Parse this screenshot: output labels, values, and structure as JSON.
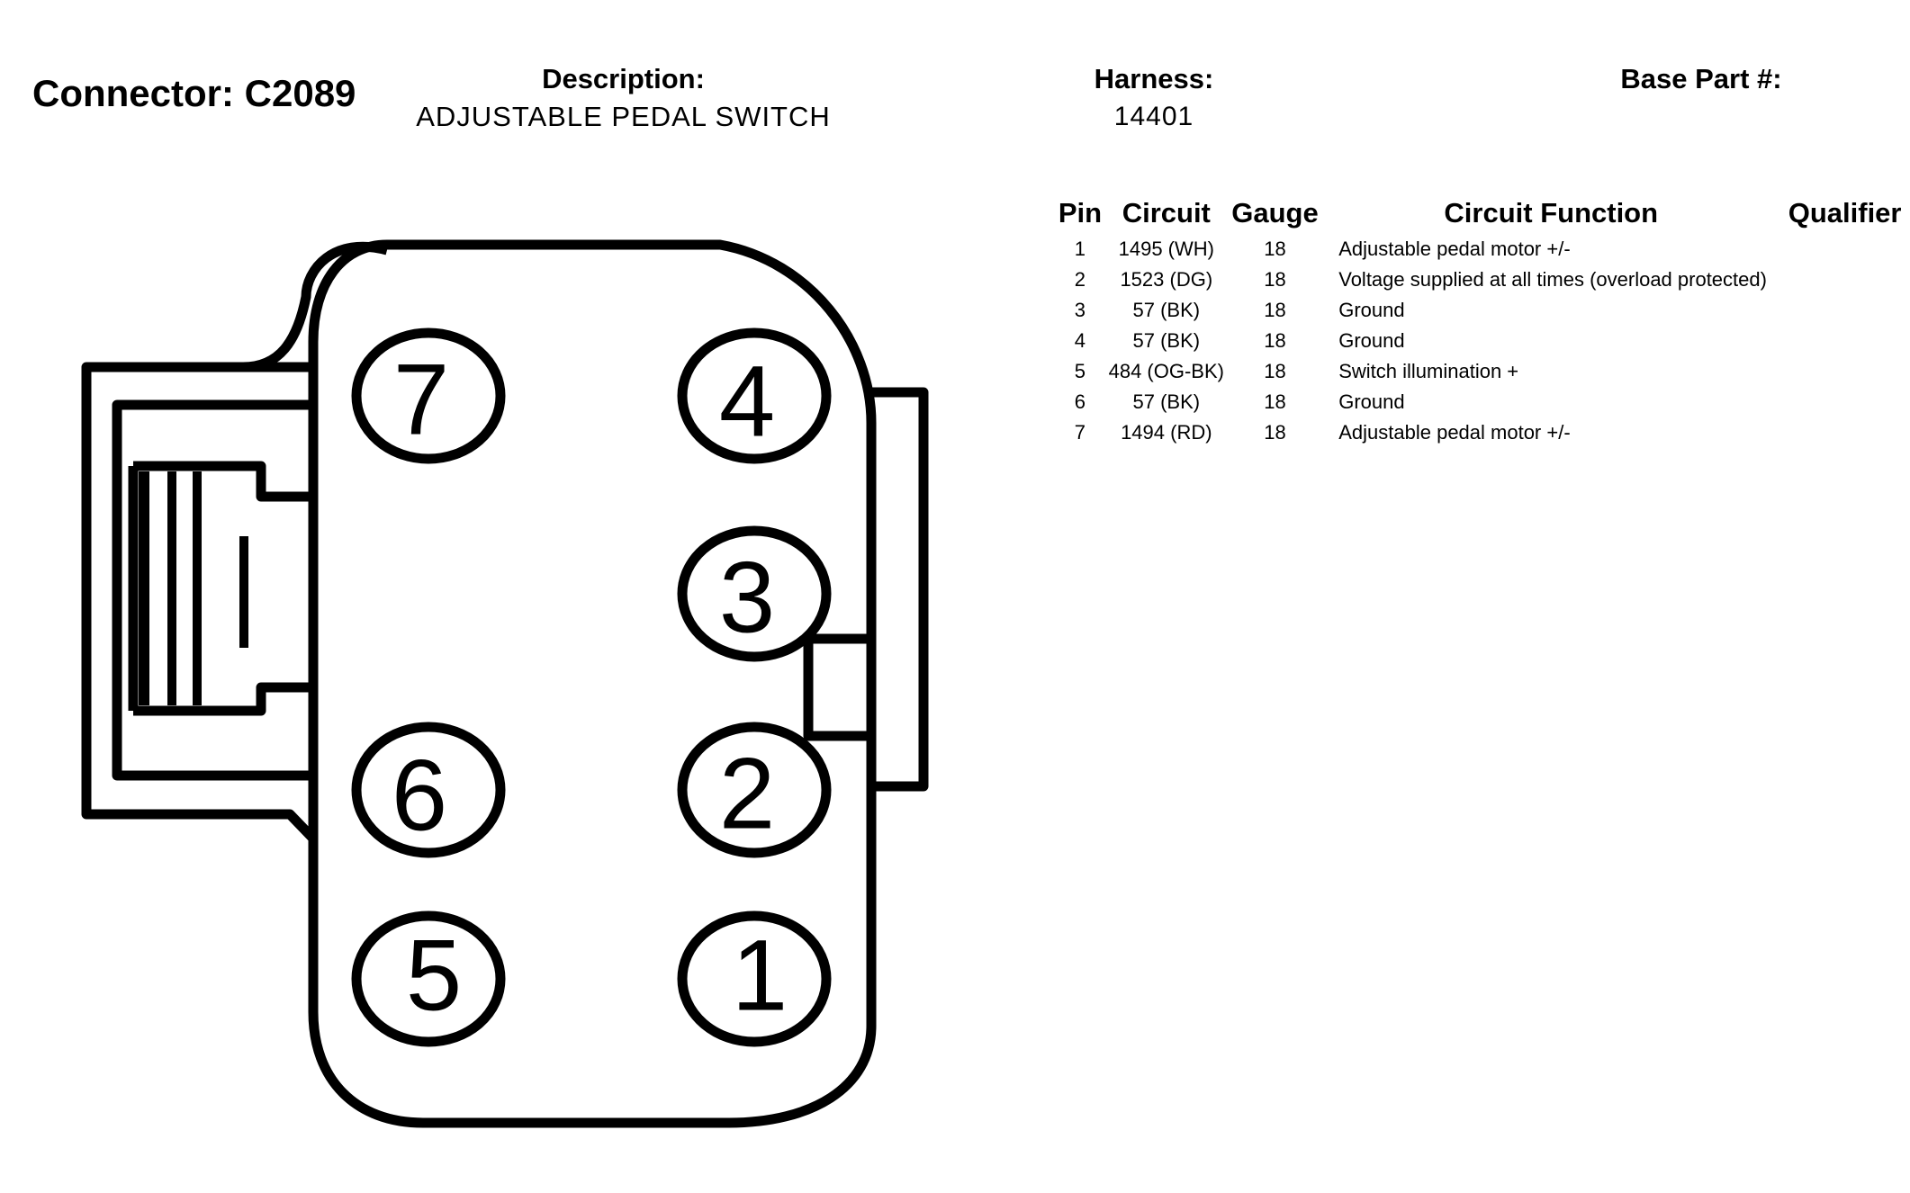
{
  "header": {
    "connector_label": "Connector: C2089",
    "description_label": "Description:",
    "description_value": "ADJUSTABLE PEDAL SWITCH",
    "harness_label": "Harness:",
    "harness_value": "14401",
    "base_part_label": "Base Part #:"
  },
  "table": {
    "columns": [
      "Pin",
      "Circuit",
      "Gauge",
      "Circuit Function",
      "Qualifier"
    ],
    "rows": [
      {
        "pin": "1",
        "circuit": "1495 (WH)",
        "gauge": "18",
        "function": "Adjustable pedal motor +/-",
        "qualifier": ""
      },
      {
        "pin": "2",
        "circuit": "1523 (DG)",
        "gauge": "18",
        "function": "Voltage supplied at all times (overload protected)",
        "qualifier": ""
      },
      {
        "pin": "3",
        "circuit": "57 (BK)",
        "gauge": "18",
        "function": "Ground",
        "qualifier": ""
      },
      {
        "pin": "4",
        "circuit": "57 (BK)",
        "gauge": "18",
        "function": "Ground",
        "qualifier": ""
      },
      {
        "pin": "5",
        "circuit": "484 (OG-BK)",
        "gauge": "18",
        "function": "Switch illumination +",
        "qualifier": ""
      },
      {
        "pin": "6",
        "circuit": "57 (BK)",
        "gauge": "18",
        "function": "Ground",
        "qualifier": ""
      },
      {
        "pin": "7",
        "circuit": "1494 (RD)",
        "gauge": "18",
        "function": "Adjustable pedal motor +/-",
        "qualifier": ""
      }
    ]
  },
  "connector_face": {
    "pins": [
      "7",
      "4",
      "3",
      "6",
      "2",
      "5",
      "1"
    ]
  }
}
